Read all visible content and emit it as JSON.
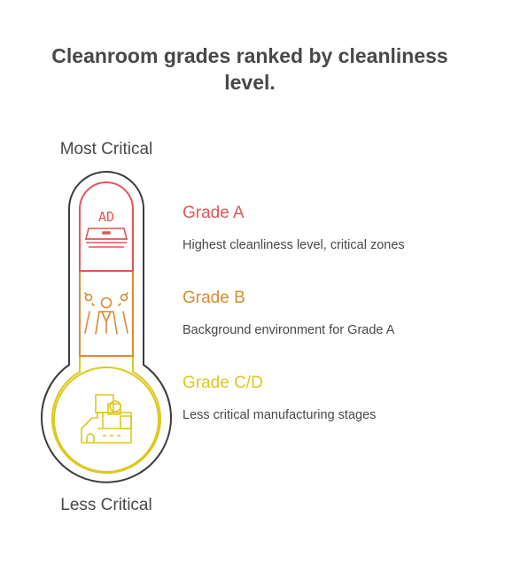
{
  "title": "Cleanroom grades ranked by cleanliness level.",
  "scale": {
    "top_label": "Most Critical",
    "bottom_label": "Less Critical"
  },
  "grades": [
    {
      "title": "Grade A",
      "description": "Highest cleanliness level, critical zones",
      "color": "#e05656",
      "icon": "workstation-icon",
      "icon_text": "AD"
    },
    {
      "title": "Grade B",
      "description": "Background environment for Grade A",
      "color": "#d98a2e",
      "icon": "person-with-lights-icon"
    },
    {
      "title": "Grade C/D",
      "description": "Less critical manufacturing stages",
      "color": "#dcc81f",
      "icon": "factory-icon"
    }
  ],
  "outline_color": "#3c3c3c"
}
